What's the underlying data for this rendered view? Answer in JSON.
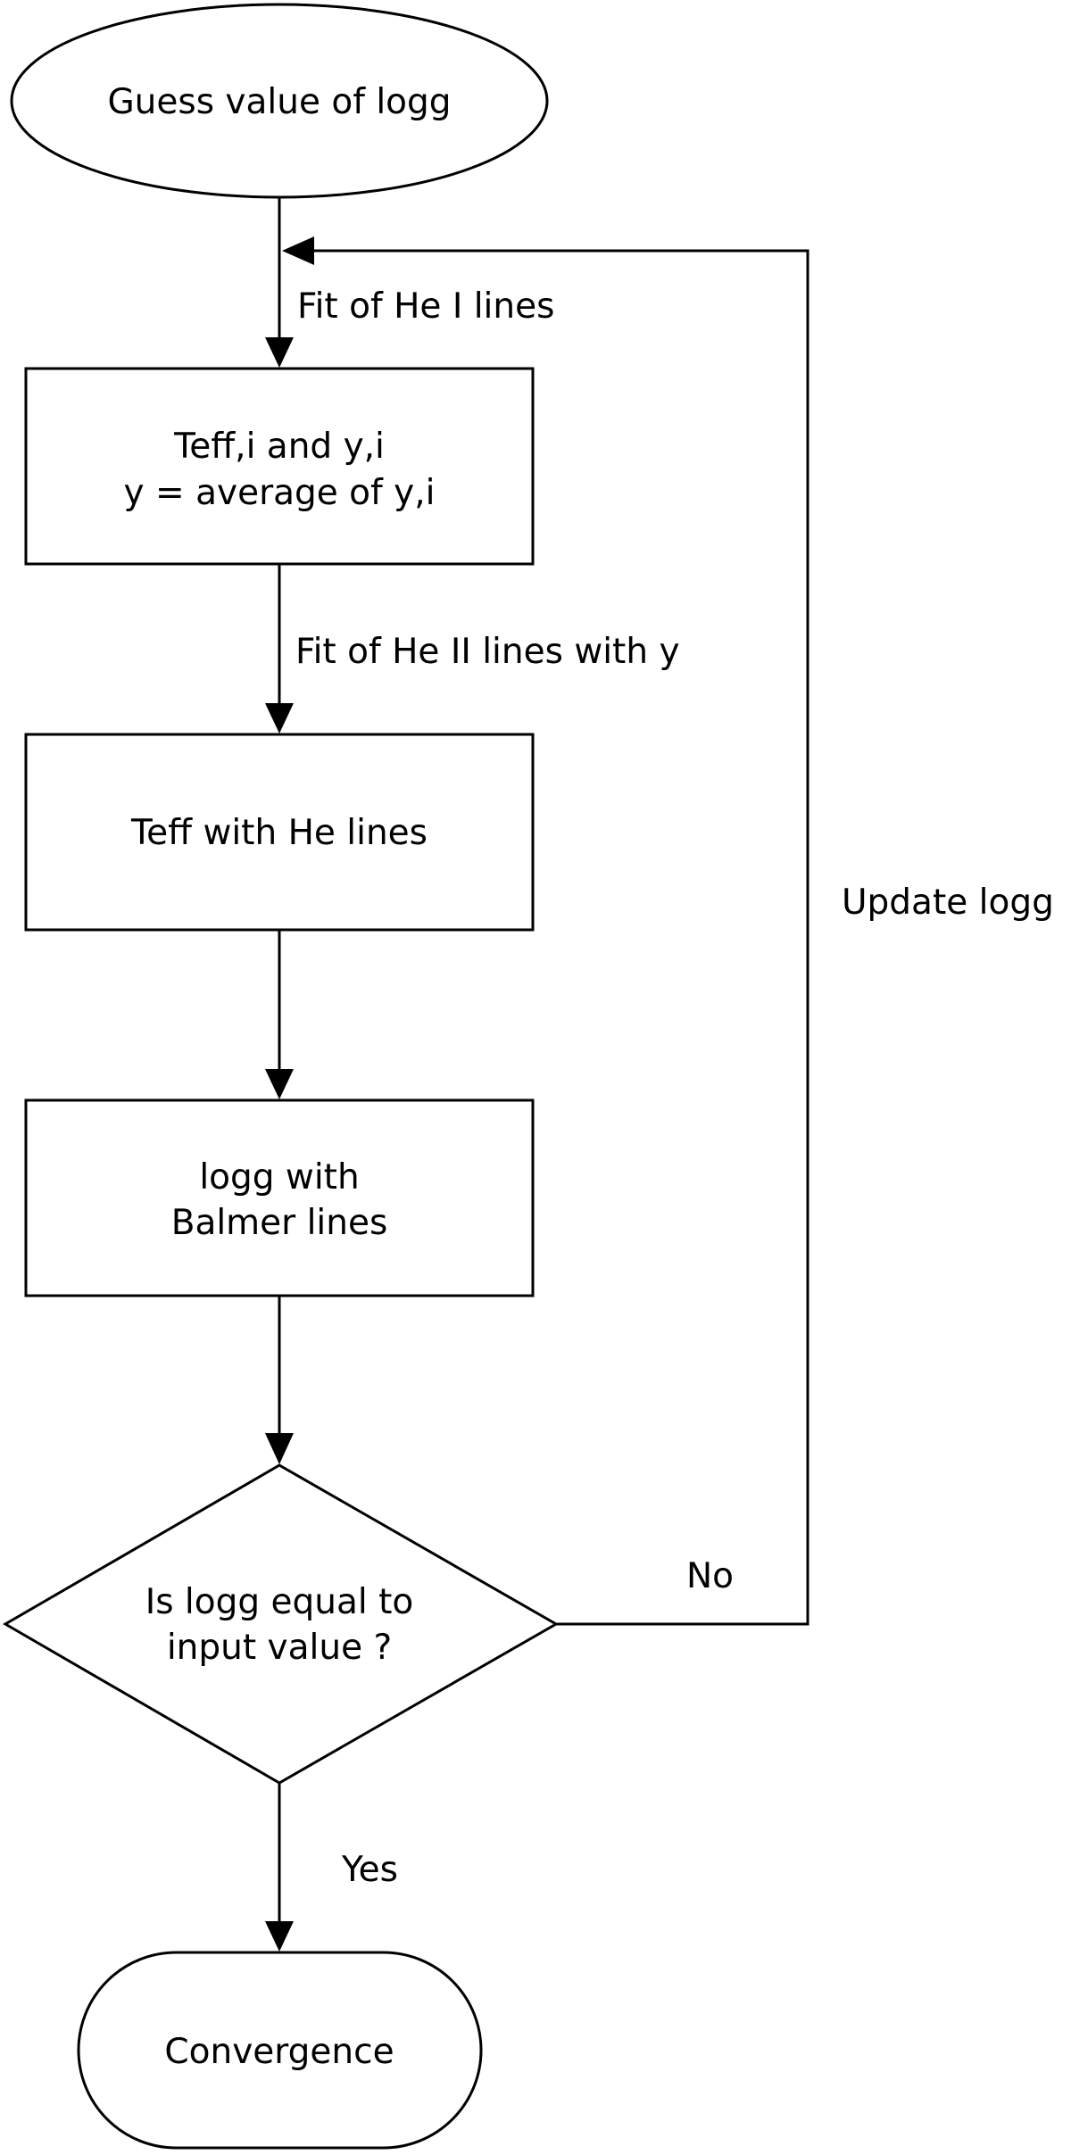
{
  "nodes": {
    "start": {
      "label": "Guess value of logg"
    },
    "box1": {
      "line1": "Teff,i and y,i",
      "line2": "y = average of y,i"
    },
    "box2": {
      "label": "Teff with He lines"
    },
    "box3": {
      "line1": "logg with",
      "line2": "Balmer lines"
    },
    "decision": {
      "line1": "Is logg equal to",
      "line2": "input value ?"
    },
    "end": {
      "label": "Convergence"
    }
  },
  "edges": {
    "fit_he1": "Fit of He I lines",
    "fit_he2": "Fit of He II lines with y",
    "update": "Update logg",
    "no": "No",
    "yes": "Yes"
  }
}
